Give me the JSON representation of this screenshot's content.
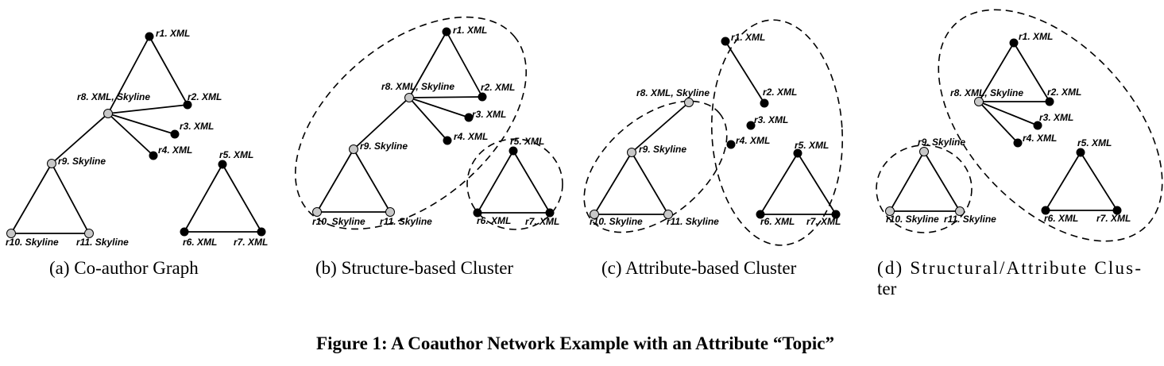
{
  "colors": {
    "ink": "#000000",
    "grey_node": "#c8c8c8",
    "black_node": "#000000"
  },
  "figure_title": "Figure 1: A Coauthor Network Example with an Attribute “Topic”",
  "panels": [
    {
      "caption": "(a) Co-author Graph",
      "labels": {
        "r1": "r1. XML",
        "r2": "r2. XML",
        "r3": "r3. XML",
        "r4": "r4. XML",
        "r5": "r5. XML",
        "r6": "r6. XML",
        "r7": "r7. XML",
        "r8": "r8. XML, Skyline",
        "r9": "r9. Skyline",
        "r10": "r10. Skyline",
        "r11": "r11. Skyline"
      }
    },
    {
      "caption": "(b) Structure-based Cluster",
      "labels": {
        "r1": "r1. XML",
        "r2": "r2. XML",
        "r3": "r3. XML",
        "r4": "r4. XML",
        "r5": "r5. XML",
        "r6": "r6. XML",
        "r7": "r7. XML",
        "r8": "r8. XML, Skyline",
        "r9": "r9. Skyline",
        "r10": "r10. Skyline",
        "r11": "r11. Skyline"
      }
    },
    {
      "caption": "(c) Attribute-based Cluster",
      "labels": {
        "r1": "r1. XML",
        "r2": "r2. XML",
        "r3": "r3. XML",
        "r4": "r4. XML",
        "r5": "r5. XML",
        "r6": "r6. XML",
        "r7": "r7. XML",
        "r8": "r8. XML, Skyline",
        "r9": "r9. Skyline",
        "r10": "r10. Skyline",
        "r11": "r11. Skyline"
      }
    },
    {
      "caption_line1": "(d)  Structural/Attribute  Clus-",
      "caption_line2": "ter",
      "labels": {
        "r1": "r1. XML",
        "r2": "r2. XML",
        "r3": "r3. XML",
        "r4": "r4. XML",
        "r5": "r5. XML",
        "r6": "r6. XML",
        "r7": "r7. XML",
        "r8": "r8. XML, Skyline",
        "r9": "r9. Skyline",
        "r10": "r10. Skyline",
        "r11": "r11. Skyline"
      }
    }
  ]
}
